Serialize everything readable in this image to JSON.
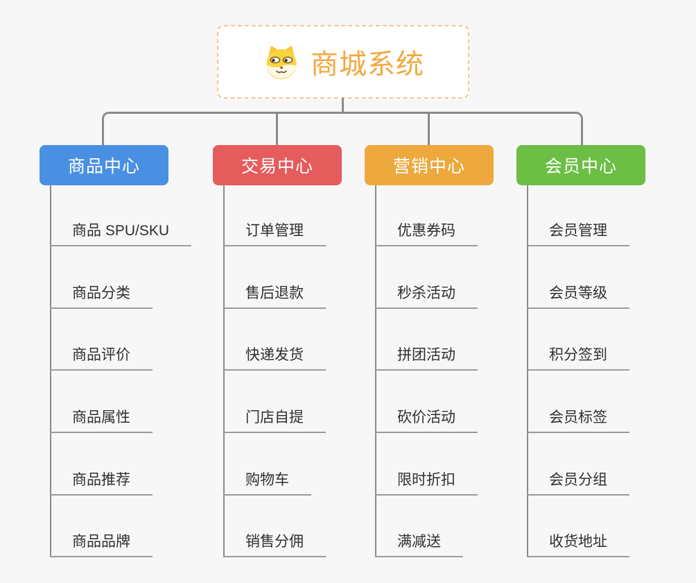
{
  "diagram": {
    "root": {
      "title": "商城系统",
      "title_color": "#F2A93E",
      "icon": "dog-face-icon",
      "border_color": "#F2C98A"
    },
    "connector_color": "#8A8A8A",
    "branches": [
      {
        "label": "商品中心",
        "color": "#4A90E2",
        "items": [
          "商品 SPU/SKU",
          "商品分类",
          "商品评价",
          "商品属性",
          "商品推荐",
          "商品品牌"
        ]
      },
      {
        "label": "交易中心",
        "color": "#E45C5C",
        "items": [
          "订单管理",
          "售后退款",
          "快递发货",
          "门店自提",
          "购物车",
          "销售分佣"
        ]
      },
      {
        "label": "营销中心",
        "color": "#EDA93D",
        "items": [
          "优惠券码",
          "秒杀活动",
          "拼团活动",
          "砍价活动",
          "限时折扣",
          "满减送"
        ]
      },
      {
        "label": "会员中心",
        "color": "#6CBE45",
        "items": [
          "会员管理",
          "会员等级",
          "积分签到",
          "会员标签",
          "会员分组",
          "收货地址"
        ]
      }
    ]
  }
}
